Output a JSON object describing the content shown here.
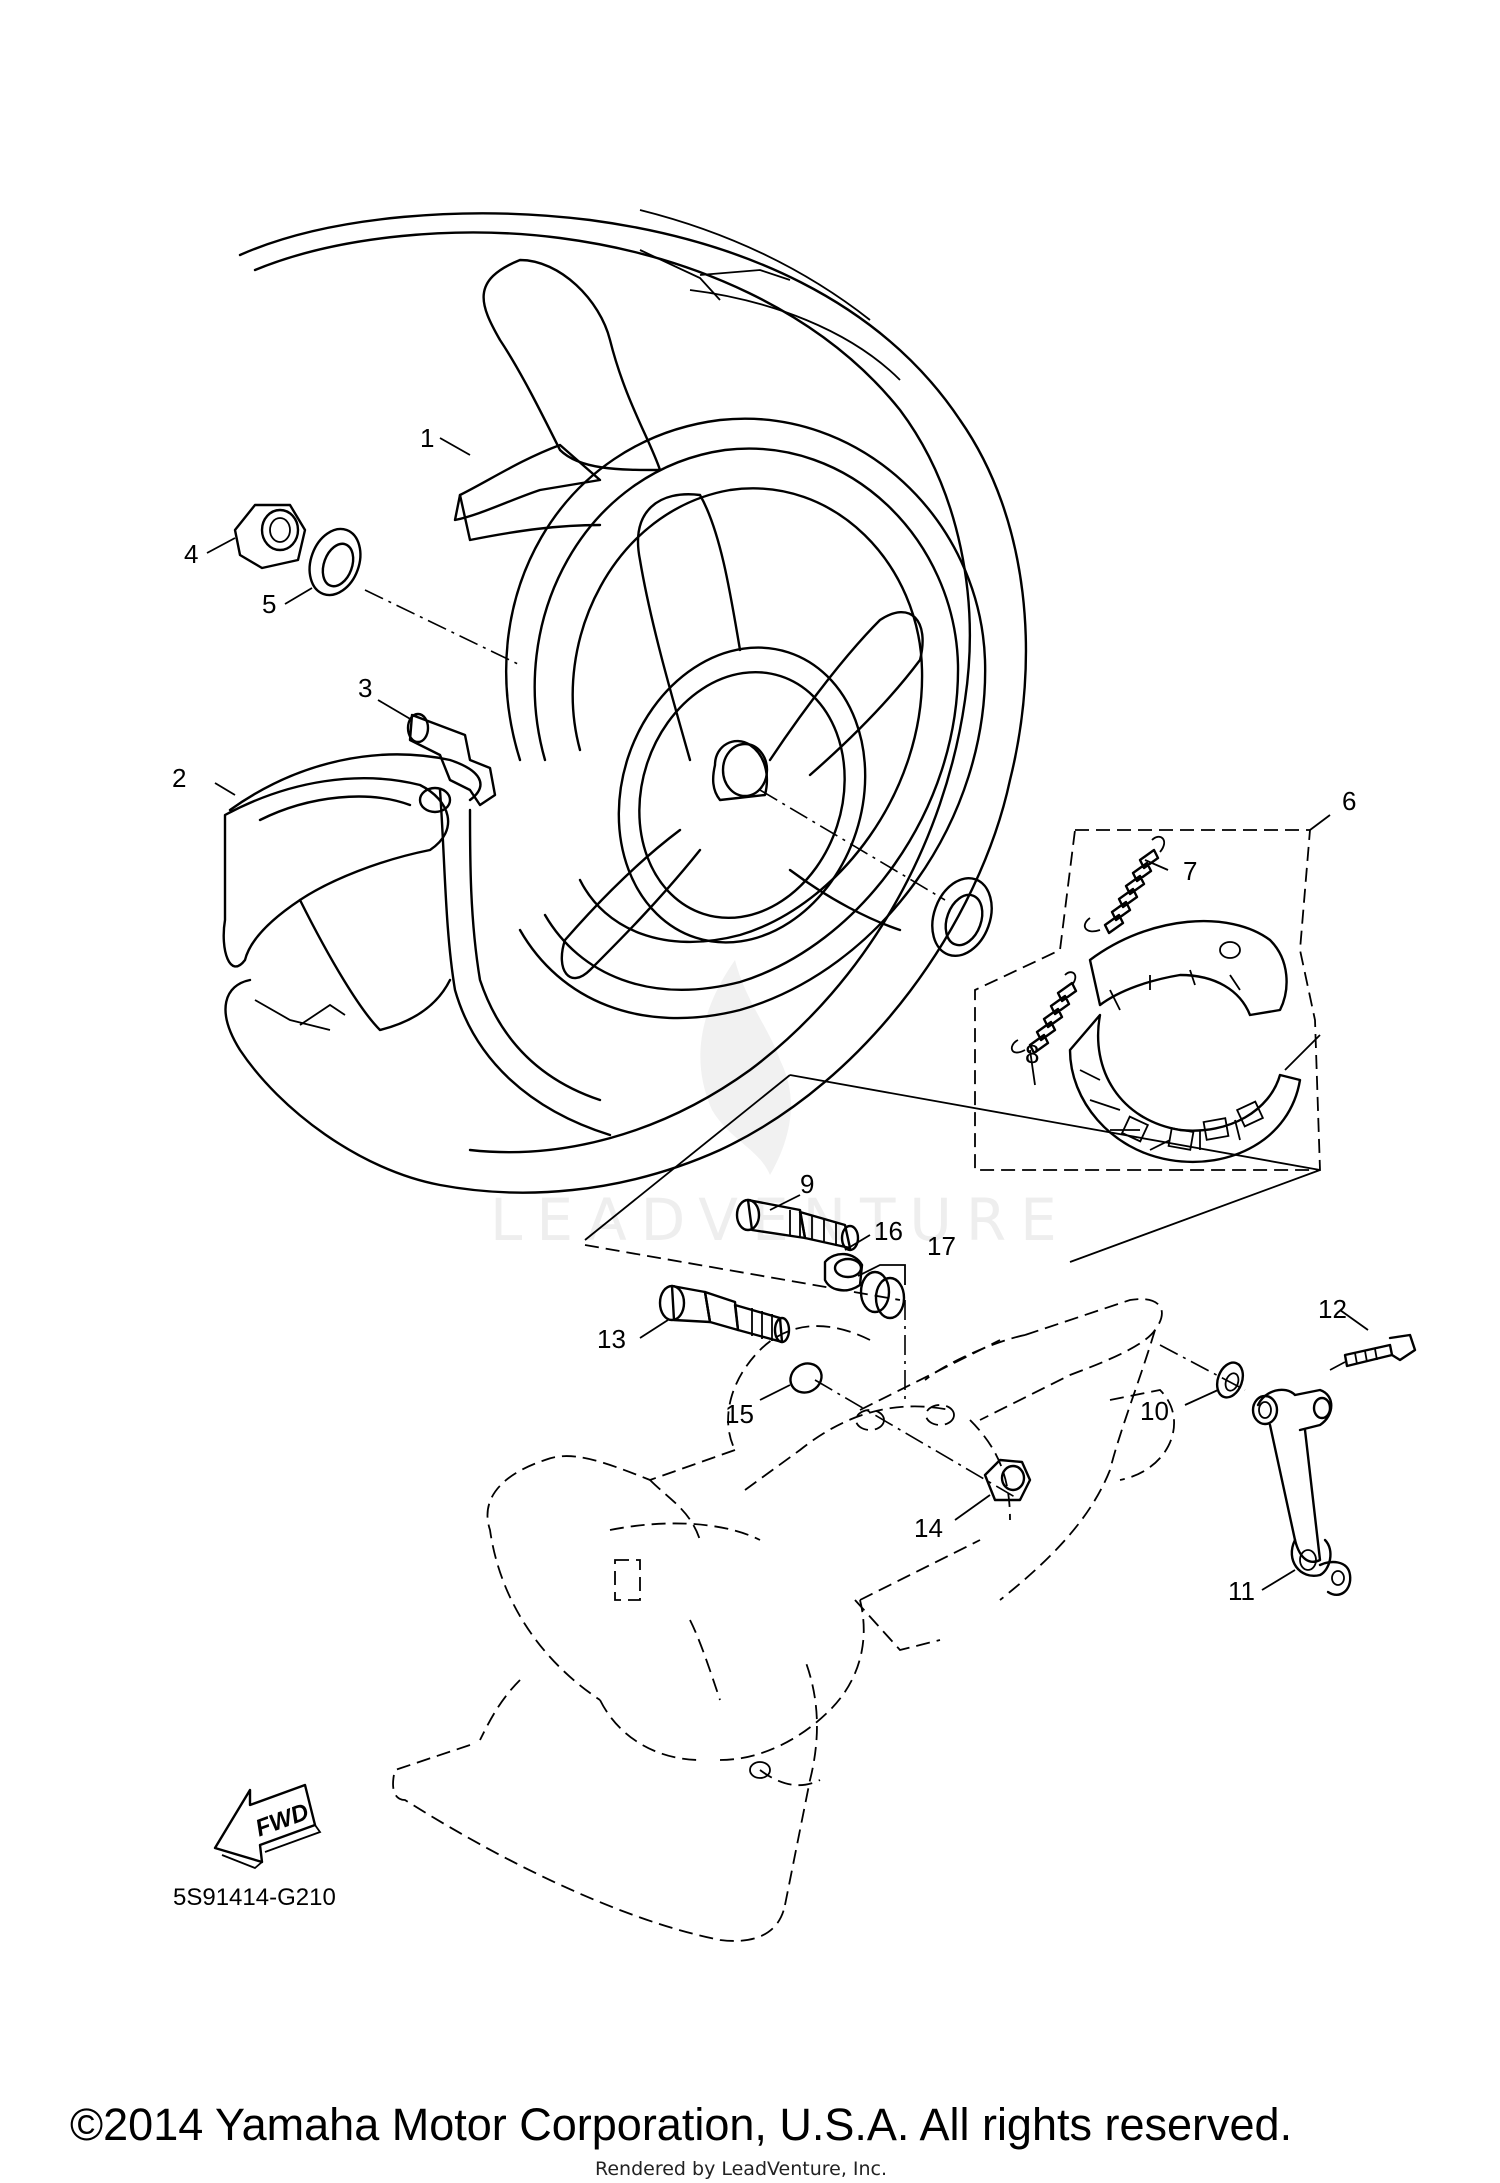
{
  "callouts": [
    {
      "id": "1",
      "label": "1"
    },
    {
      "id": "2",
      "label": "2"
    },
    {
      "id": "3",
      "label": "3"
    },
    {
      "id": "4",
      "label": "4"
    },
    {
      "id": "5",
      "label": "5"
    },
    {
      "id": "6",
      "label": "6"
    },
    {
      "id": "7",
      "label": "7"
    },
    {
      "id": "8",
      "label": "8"
    },
    {
      "id": "9",
      "label": "9"
    },
    {
      "id": "10",
      "label": "10"
    },
    {
      "id": "11",
      "label": "11"
    },
    {
      "id": "12",
      "label": "12"
    },
    {
      "id": "13",
      "label": "13"
    },
    {
      "id": "14",
      "label": "14"
    },
    {
      "id": "15",
      "label": "15"
    },
    {
      "id": "16",
      "label": "16"
    },
    {
      "id": "17",
      "label": "17"
    }
  ],
  "fwd_label": "FWD",
  "diagram_code": "5S91414-G210",
  "watermark": "LEADVENTURE",
  "copyright": "©2014 Yamaha Motor Corporation, U.S.A. All rights reserved.",
  "rendered_by": "Rendered by LeadVenture, Inc."
}
